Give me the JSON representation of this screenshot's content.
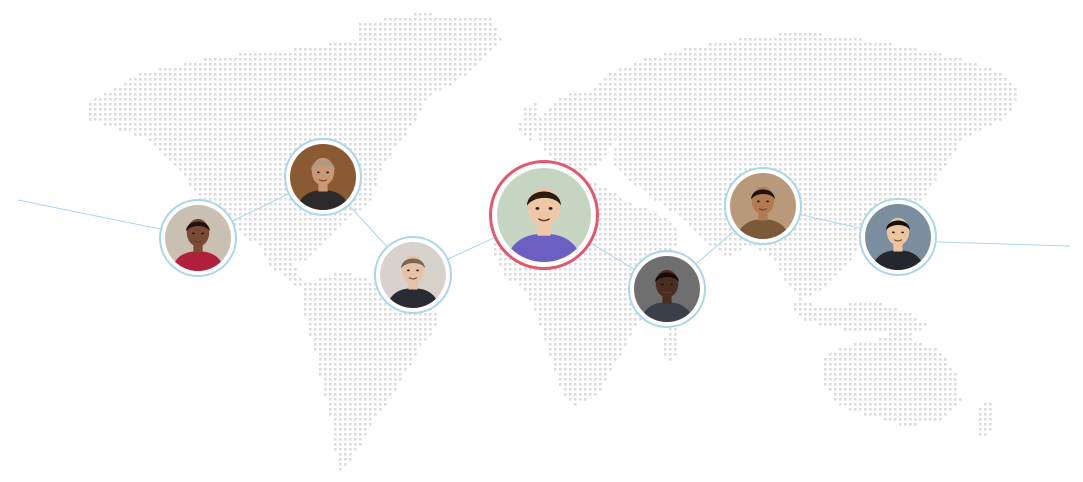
{
  "map": {
    "dot_color": "#dcdcdc",
    "background": "#ffffff"
  },
  "connections": {
    "line_color": "#a9d7ea",
    "ring_color": "#a9d7ea",
    "highlight_ring_color": "#e2566e"
  },
  "people": [
    {
      "id": "person-1",
      "skin": "#7a4a34",
      "hair": "#1d1210",
      "shirt": "#b0203a",
      "bg": "#c9c0b3",
      "highlight": false
    },
    {
      "id": "person-2",
      "skin": "#c99774",
      "hair": "#a99b84",
      "shirt": "#2c2a2a",
      "bg": "#8a5a32",
      "highlight": false
    },
    {
      "id": "person-3",
      "skin": "#e6c1a6",
      "hair": "#7a6652",
      "shirt": "#2a2a35",
      "bg": "#d8d2cc",
      "highlight": false
    },
    {
      "id": "person-4",
      "skin": "#efc6a6",
      "hair": "#2b1a12",
      "shirt": "#6b5fc4",
      "bg": "#c6d4c2",
      "highlight": true
    },
    {
      "id": "person-5",
      "skin": "#4a2e22",
      "hair": "#140c08",
      "shirt": "#3a3f4a",
      "bg": "#6f6f6f",
      "highlight": false
    },
    {
      "id": "person-6",
      "skin": "#b07a52",
      "hair": "#1d120c",
      "shirt": "#7a5a3a",
      "bg": "#b89a7a",
      "highlight": false
    },
    {
      "id": "person-7",
      "skin": "#ecc59f",
      "hair": "#141010",
      "shirt": "#26262e",
      "bg": "#7a8ea0",
      "highlight": false
    }
  ]
}
